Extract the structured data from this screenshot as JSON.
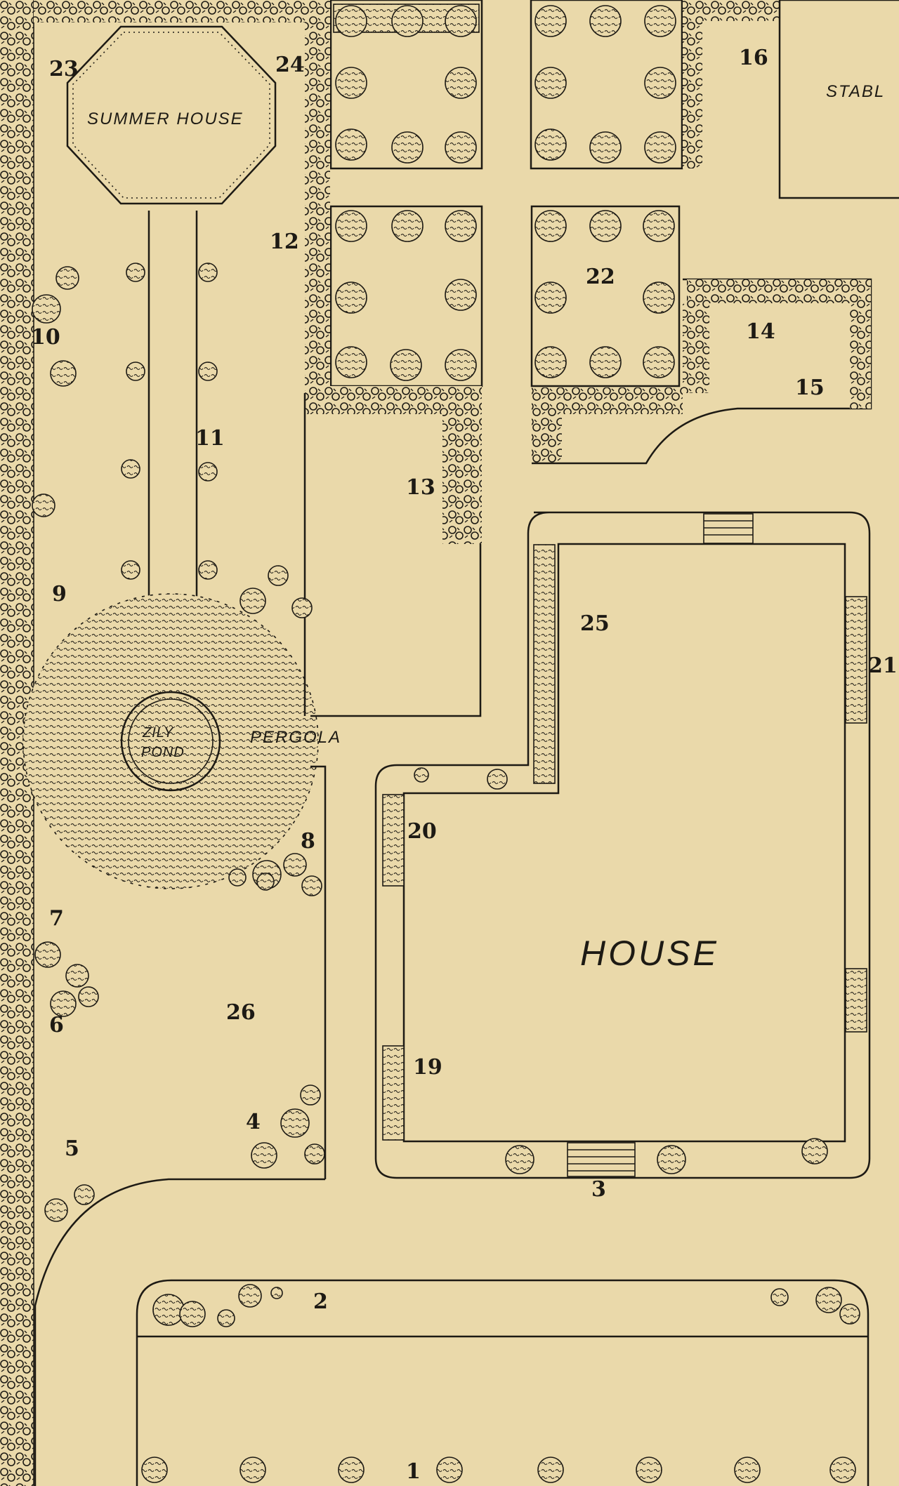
{
  "labels": {
    "summer_house": "SUMMER HOUSE",
    "stable": "STABL",
    "pergola": "PERGOLA",
    "lily_pond_1": "ZILY",
    "lily_pond_2": "POND",
    "house": "HOUSE"
  },
  "plan_numbers": {
    "n1": "1",
    "n2": "2",
    "n3": "3",
    "n4": "4",
    "n5": "5",
    "n6": "6",
    "n7": "7",
    "n8": "8",
    "n9": "9",
    "n10": "10",
    "n11": "11",
    "n12": "12",
    "n13": "13",
    "n14": "14",
    "n15": "15",
    "n16": "16",
    "n19": "19",
    "n20": "20",
    "n21": "21",
    "n22": "22",
    "n23": "23",
    "n24": "24",
    "n25": "25",
    "n26": "26"
  },
  "colors": {
    "paper": "#ead9aa",
    "ink": "#1d1a14"
  }
}
